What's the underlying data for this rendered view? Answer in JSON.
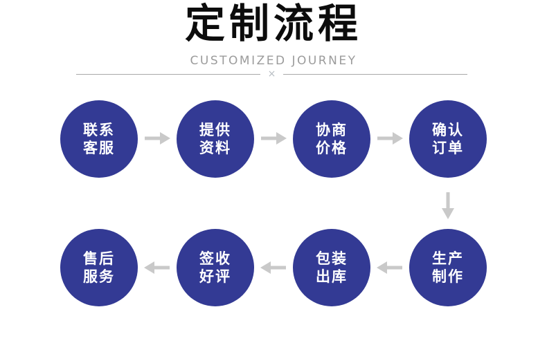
{
  "header": {
    "title": "定制流程",
    "subtitle": "CUSTOMIZED JOURNEY",
    "divider_mark": "×"
  },
  "steps": {
    "row1": [
      {
        "line1": "联系",
        "line2": "客服"
      },
      {
        "line1": "提供",
        "line2": "资料"
      },
      {
        "line1": "协商",
        "line2": "价格"
      },
      {
        "line1": "确认",
        "line2": "订单"
      }
    ],
    "row2": [
      {
        "line1": "售后",
        "line2": "服务"
      },
      {
        "line1": "签收",
        "line2": "好评"
      },
      {
        "line1": "包装",
        "line2": "出库"
      },
      {
        "line1": "生产",
        "line2": "制作"
      }
    ],
    "flow_note": "row1 flows left-to-right, then down, row2 flows right-to-left"
  },
  "theme": {
    "circle-bg": "#333a94",
    "arrow-color": "#c9c9c9",
    "title-color": "#0c0c0c",
    "subtitle-color": "#9b9b9b",
    "line-color": "#a8a8a8",
    "mark-color": "#b6bcc2"
  }
}
